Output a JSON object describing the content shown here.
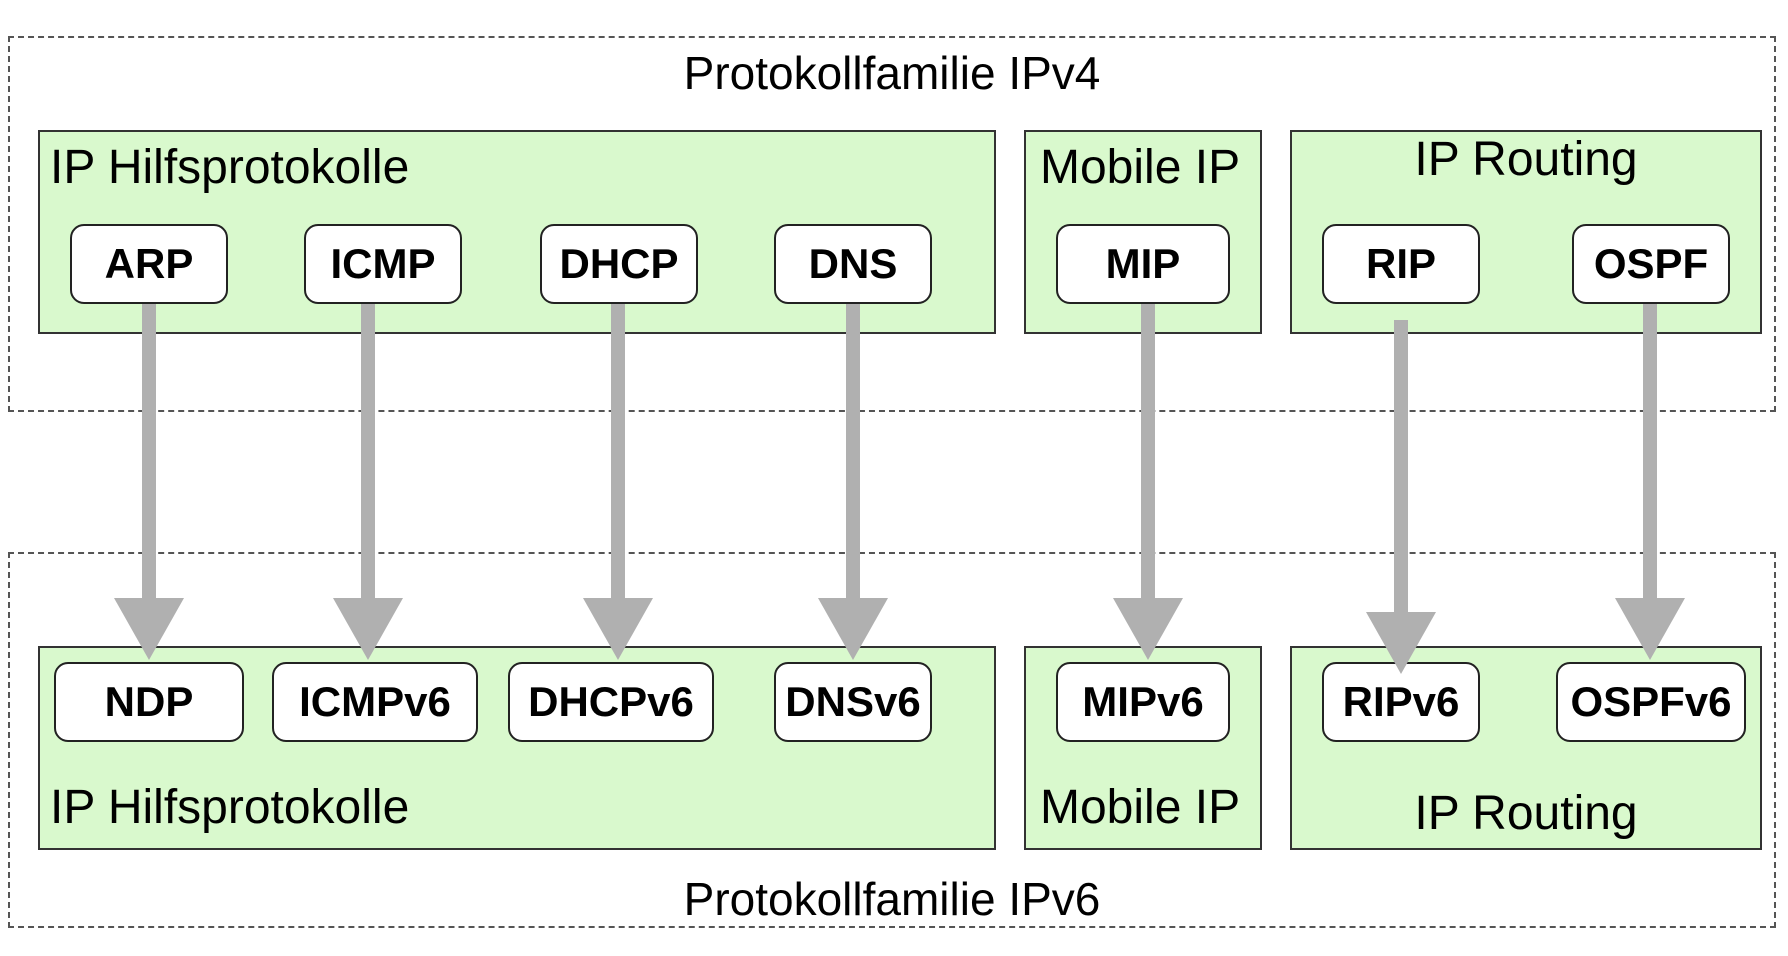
{
  "ipv4": {
    "family_title": "Protokollfamilie IPv4",
    "groups": {
      "helper": {
        "title": "IP Hilfsprotokolle",
        "protocols": [
          "ARP",
          "ICMP",
          "DHCP",
          "DNS"
        ]
      },
      "mobile": {
        "title": "Mobile IP",
        "protocols": [
          "MIP"
        ]
      },
      "routing": {
        "title": "IP Routing",
        "protocols": [
          "RIP",
          "OSPF"
        ]
      }
    }
  },
  "ipv6": {
    "family_title": "Protokollfamilie IPv6",
    "groups": {
      "helper": {
        "title": "IP Hilfsprotokolle",
        "protocols": [
          "NDP",
          "ICMPv6",
          "DHCPv6",
          "DNSv6"
        ]
      },
      "mobile": {
        "title": "Mobile IP",
        "protocols": [
          "MIPv6"
        ]
      },
      "routing": {
        "title": "IP Routing",
        "protocols": [
          "RIPv6",
          "OSPFv6"
        ]
      }
    }
  },
  "mappings": [
    {
      "from": "ARP",
      "to": "NDP"
    },
    {
      "from": "ICMP",
      "to": "ICMPv6"
    },
    {
      "from": "DHCP",
      "to": "DHCPv6"
    },
    {
      "from": "DNS",
      "to": "DNSv6"
    },
    {
      "from": "MIP",
      "to": "MIPv6"
    },
    {
      "from": "RIP",
      "to": "RIPv6"
    },
    {
      "from": "OSPF",
      "to": "OSPFv6"
    }
  ],
  "colors": {
    "group_fill": "#d9f9cd",
    "arrow": "#b0b0b0",
    "family_border": "#555555"
  }
}
